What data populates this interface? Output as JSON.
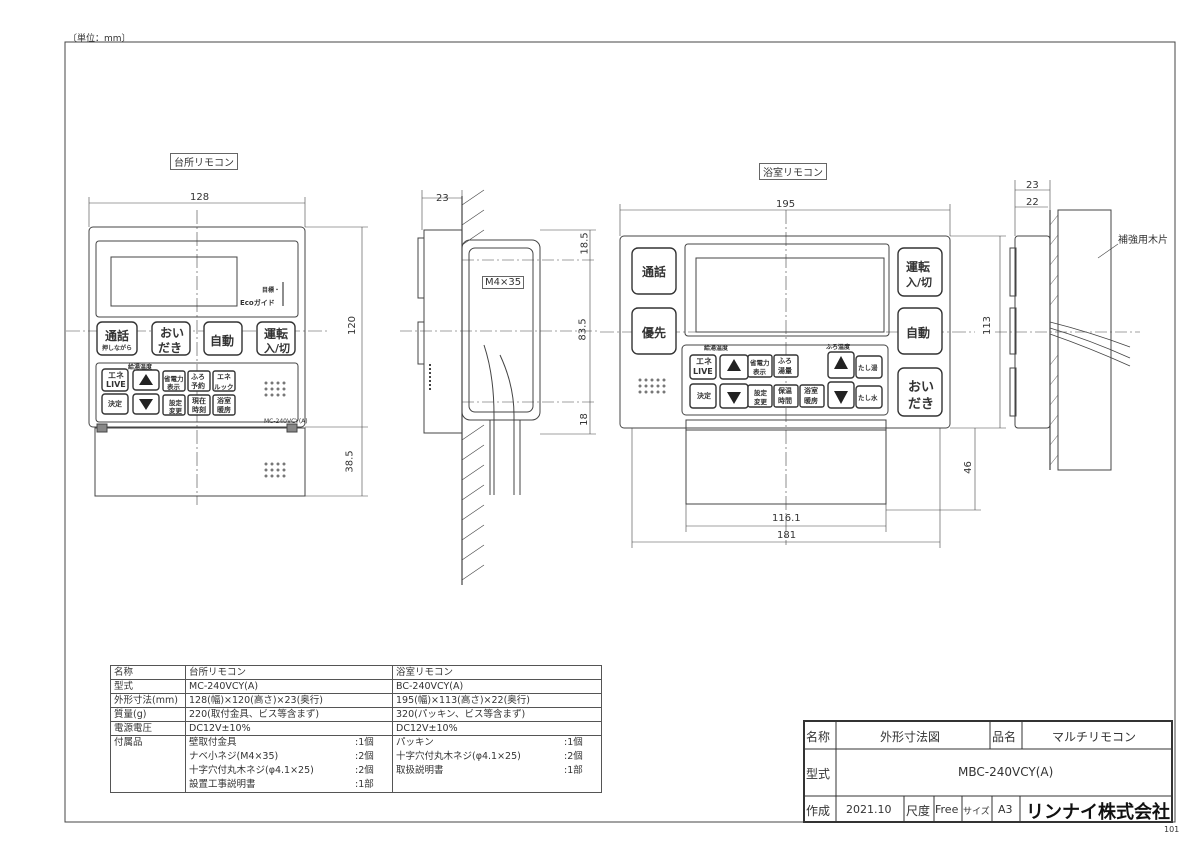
{
  "drawing": {
    "unit_note": "〔単位：mm〕",
    "page_code": "101"
  },
  "kitchen_remote": {
    "label": "台所リモコン",
    "dims": {
      "width": "128",
      "height": "120",
      "lower": "38.5"
    },
    "model_print": "MC-240VCY(A)",
    "buttons": {
      "talk": "通話",
      "talk_sub": "押しながら",
      "reheat_1": "おい",
      "reheat_2": "だき",
      "auto": "自動",
      "run_1": "運転",
      "run_2": "入/切",
      "eco": "エネ",
      "eco_live": "LIVE",
      "power_1": "省電力",
      "power_2": "表示",
      "bath_1": "ふろ",
      "bath_2": "予約",
      "ene_look_1": "エネ",
      "ene_look_2": "ルック",
      "set_1": "設定",
      "set_2": "変更",
      "now_1": "現在",
      "now_2": "時刻",
      "heat_1": "浴室",
      "heat_2": "暖房",
      "decide": "決定",
      "supply_temp": "給湯温度"
    },
    "display_labels": {
      "goal": "目標・",
      "eco_guide": "Ecoガイド"
    }
  },
  "kitchen_side": {
    "dims": {
      "depth": "23",
      "top": "18.5",
      "mid": "83.5",
      "bottom": "18"
    },
    "screw_label": "M4×35"
  },
  "bath_remote": {
    "label": "浴室リモコン",
    "dims": {
      "width": "195",
      "height": "113",
      "lower": "46",
      "inner_width": "116.1",
      "bottom_width": "181"
    },
    "buttons": {
      "talk": "通話",
      "priority": "優先",
      "run_1": "運転",
      "run_2": "入/切",
      "auto": "自動",
      "reheat_1": "おい",
      "reheat_2": "だき",
      "eco": "エネ",
      "eco_live": "LIVE",
      "power_1": "省電力",
      "power_2": "表示",
      "bath_1": "ふろ",
      "bath_2": "湯量",
      "set_1": "設定",
      "set_2": "変更",
      "keep_1": "保温",
      "keep_2": "時間",
      "heat_1": "浴室",
      "heat_2": "暖房",
      "add_hot": "たし湯",
      "add_water": "たし水",
      "decide": "決定",
      "supply_temp": "給湯温度",
      "bath_temp": "ふろ温度"
    }
  },
  "bath_side": {
    "dims": {
      "outer": "23",
      "inner": "22"
    },
    "wood_label": "補強用木片"
  },
  "spec_table": {
    "headers": [
      "名称",
      "台所リモコン",
      "浴室リモコン"
    ],
    "rows": [
      [
        "型式",
        "MC-240VCY(A)",
        "BC-240VCY(A)"
      ],
      [
        "外形寸法(mm)",
        "128(幅)×120(高さ)×23(奥行)",
        "195(幅)×113(高さ)×22(奥行)"
      ],
      [
        "質量(g)",
        "220(取付金具、ビス等含まず)",
        "320(パッキン、ビス等含まず)"
      ],
      [
        "電源電圧",
        "DC12V±10%",
        "DC12V±10%"
      ]
    ],
    "accessories_label": "付属品",
    "kitchen_accessories": [
      {
        "name": "壁取付金具",
        "qty": ":1個"
      },
      {
        "name": "ナベ小ネジ(M4×35)",
        "qty": ":2個"
      },
      {
        "name": "十字穴付丸木ネジ(φ4.1×25)",
        "qty": ":2個"
      },
      {
        "name": "設置工事説明書",
        "qty": ":1部"
      }
    ],
    "bath_accessories": [
      {
        "name": "パッキン",
        "qty": ":1個"
      },
      {
        "name": "十字穴付丸木ネジ(φ4.1×25)",
        "qty": ":2個"
      },
      {
        "name": "",
        "qty": ""
      },
      {
        "name": "取扱説明書",
        "qty": ":1部"
      }
    ]
  },
  "title_block": {
    "name_label": "名称",
    "name_value": "外形寸法図",
    "product_label": "品名",
    "product_value": "マルチリモコン",
    "model_label": "型式",
    "model_value": "MBC-240VCY(A)",
    "made_label": "作成",
    "date": "2021.10",
    "scale_label": "尺度",
    "scale_value": "Free",
    "size_label": "サイズ",
    "size_value": "A3",
    "company": "リンナイ株式会社"
  }
}
